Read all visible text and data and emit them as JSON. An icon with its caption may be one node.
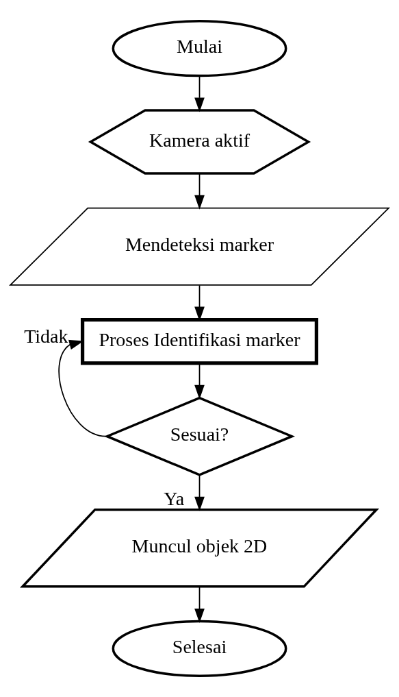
{
  "diagram": {
    "nodes": [
      {
        "text": [
          "Mulai"
        ]
      },
      {
        "text": [
          "Kamera aktif"
        ]
      },
      {
        "text": [
          "Mendeteksi marker"
        ]
      },
      {
        "text": [
          "Proses Identifikasi marker"
        ]
      },
      {
        "text": [
          "Sesuai?"
        ]
      },
      {
        "text": [
          "Muncul objek 2D"
        ]
      },
      {
        "text": [
          "Selesai"
        ]
      }
    ],
    "edges": [
      {
        "from": 0,
        "to": 1,
        "arrow": "to"
      },
      {
        "from": 1,
        "to": 2,
        "arrow": "to"
      },
      {
        "from": 2,
        "to": 3,
        "arrow": "to"
      },
      {
        "from": 3,
        "to": 4,
        "arrow": "to"
      },
      {
        "from": 4,
        "to": 3,
        "arrow": "to",
        "label": "Tidak"
      },
      {
        "from": 4,
        "to": 5,
        "arrow": "to",
        "label": "Ya"
      },
      {
        "from": 5,
        "to": 6,
        "arrow": "to"
      }
    ]
  }
}
